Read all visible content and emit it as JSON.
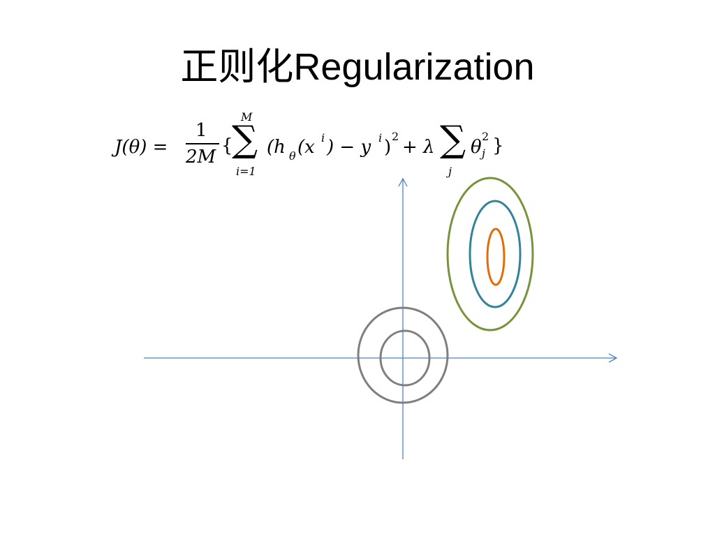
{
  "title": {
    "cjk": "正则化",
    "latin": "Regularization"
  },
  "formula": {
    "lhs": "J(θ) =",
    "numerator": "1",
    "denominator": "2M",
    "open_brace": "{",
    "sum1": "∑",
    "sum1_upper": "M",
    "sum1_lower": "i=1",
    "term1": "(h",
    "term1_sub": "θ",
    "term1_rest": "(x",
    "term1_sup": "i",
    "term1_mid": ") − y",
    "term1_sup2": "i",
    "term1_close": ")",
    "term1_sq": "2",
    "plus": "+ λ",
    "sum2": "∑",
    "sum2_lower": "j",
    "theta": "θ",
    "theta_sup": "2",
    "theta_sub": "j",
    "close_brace": "}"
  },
  "colors": {
    "axis": "#4f81bd",
    "gray_ring": "#7f7f7f",
    "green_ellipse": "#77933c",
    "teal_ellipse": "#31849b",
    "orange_ellipse": "#e36c09"
  }
}
